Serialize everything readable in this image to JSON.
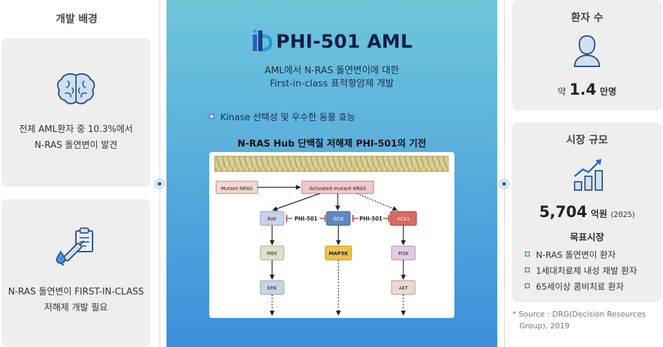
{
  "left": {
    "section_title": "개발 배경",
    "card1": {
      "line1": "전체 AML환자 중 10.3%에서",
      "line2": "N-RAS 돌연변이 발견",
      "icon": "brain-icon"
    },
    "card2": {
      "line1": "N-RAS 돌연변이 FIRST-IN-CLASS",
      "line2": "저해제 개발 필요",
      "icon": "medical-kit-icon"
    }
  },
  "center": {
    "logo_text": "PHI-501 AML",
    "subtitle_line1": "AML에서 N-RAS 돌연변이에 대한",
    "subtitle_line2": "First-in-class 표적항암제 개발",
    "bullet": "Kinase 선택성 및 우수한 동물 효능",
    "diagram_title": "N-RAS Hub 단백질 저해제 PHI-501의 기전",
    "diagram": {
      "mutant": "Mutant NRAS",
      "activated": "Activated mutant NRAS",
      "raf": "RAF",
      "gck": "GCK",
      "ack1": "ACK1",
      "inhibitor1": "PHI-501",
      "inhibitor2": "PHI-501",
      "mek": "MEK",
      "map3k": "MAP3K",
      "pi3k": "PI3K",
      "erk": "ERK",
      "akt": "AKT"
    }
  },
  "right": {
    "patients_title": "환자 수",
    "patients_prefix": "약",
    "patients_value": "1.4",
    "patients_unit": "만명",
    "market_title": "시장 규모",
    "market_value": "5,704",
    "market_unit": "억원",
    "market_year": "(2025)",
    "target_title": "목표시장",
    "targets": [
      "N-RAS 돌연변이 환자",
      "1세대치료제 내성 재발 환자",
      "65세이상 콤비치료 환자"
    ],
    "source_line1": "* Source : DRG(Decision Resources",
    "source_line2": "Group), 2019"
  },
  "colors": {
    "accent": "#2a6bd8",
    "center_top": "#6fc6da",
    "center_bottom": "#3d8fdb",
    "card_bg": "#eeeeee"
  }
}
